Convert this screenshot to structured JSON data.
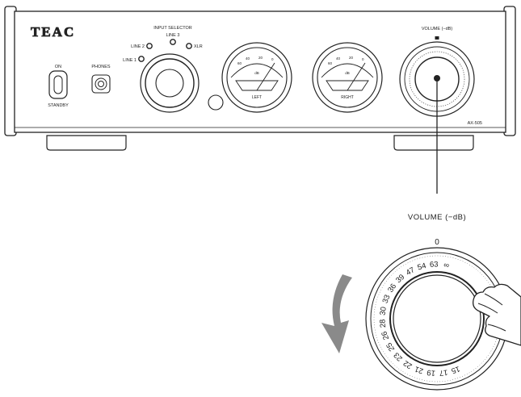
{
  "device": {
    "brand": "TEAC",
    "model": "AX-505",
    "power_switch": {
      "top_label": "ON",
      "bottom_label": "STANDBY"
    },
    "phones_label": "PHONES",
    "input_selector": {
      "title": "INPUT SELECTOR",
      "inputs": [
        "LINE 1",
        "LINE 2",
        "LINE 3",
        "XLR"
      ]
    },
    "meters": [
      {
        "name": "LEFT",
        "unit": "dB",
        "scale": [
          "60",
          "40",
          "20",
          "0"
        ]
      },
      {
        "name": "RIGHT",
        "unit": "dB",
        "scale": [
          "60",
          "40",
          "20",
          "0"
        ]
      }
    ],
    "volume_label": "VOLUME (−dB)"
  },
  "callout": {
    "label": "VOLUME (−dB)",
    "top_mark": "0",
    "scale": [
      "∞",
      "63",
      "54",
      "47",
      "39",
      "36",
      "33",
      "30",
      "28",
      "26",
      "25",
      "23",
      "22",
      "21",
      "19",
      "17",
      "15"
    ],
    "rotation_direction": "counterclockwise"
  },
  "colors": {
    "line": "#222222",
    "arrow": "#8a8a8a",
    "panel": "#ffffff"
  }
}
